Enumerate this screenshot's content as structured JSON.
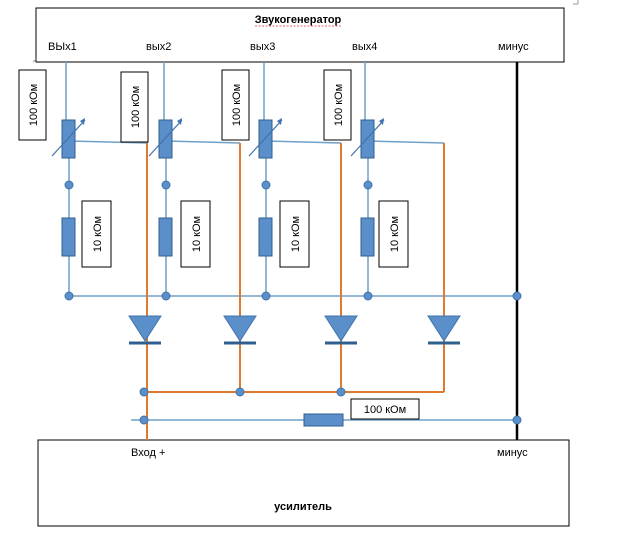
{
  "generator": {
    "title": "Звукогенератор",
    "outputs": [
      "ВЫх1",
      "вых2",
      "вых3",
      "вых4"
    ],
    "minus_label": "минус"
  },
  "amplifier": {
    "title": "усилитель",
    "input_label": "Вход +",
    "minus_label": "минус"
  },
  "resistors": {
    "pot_label": "100 кОм",
    "fixed_label": "10 кОм",
    "bias_label": "100 кОм"
  },
  "colors": {
    "blue_wire": "#6fa0c8",
    "orange_wire": "#e07a2e",
    "component_fill": "#5b8fc9"
  }
}
